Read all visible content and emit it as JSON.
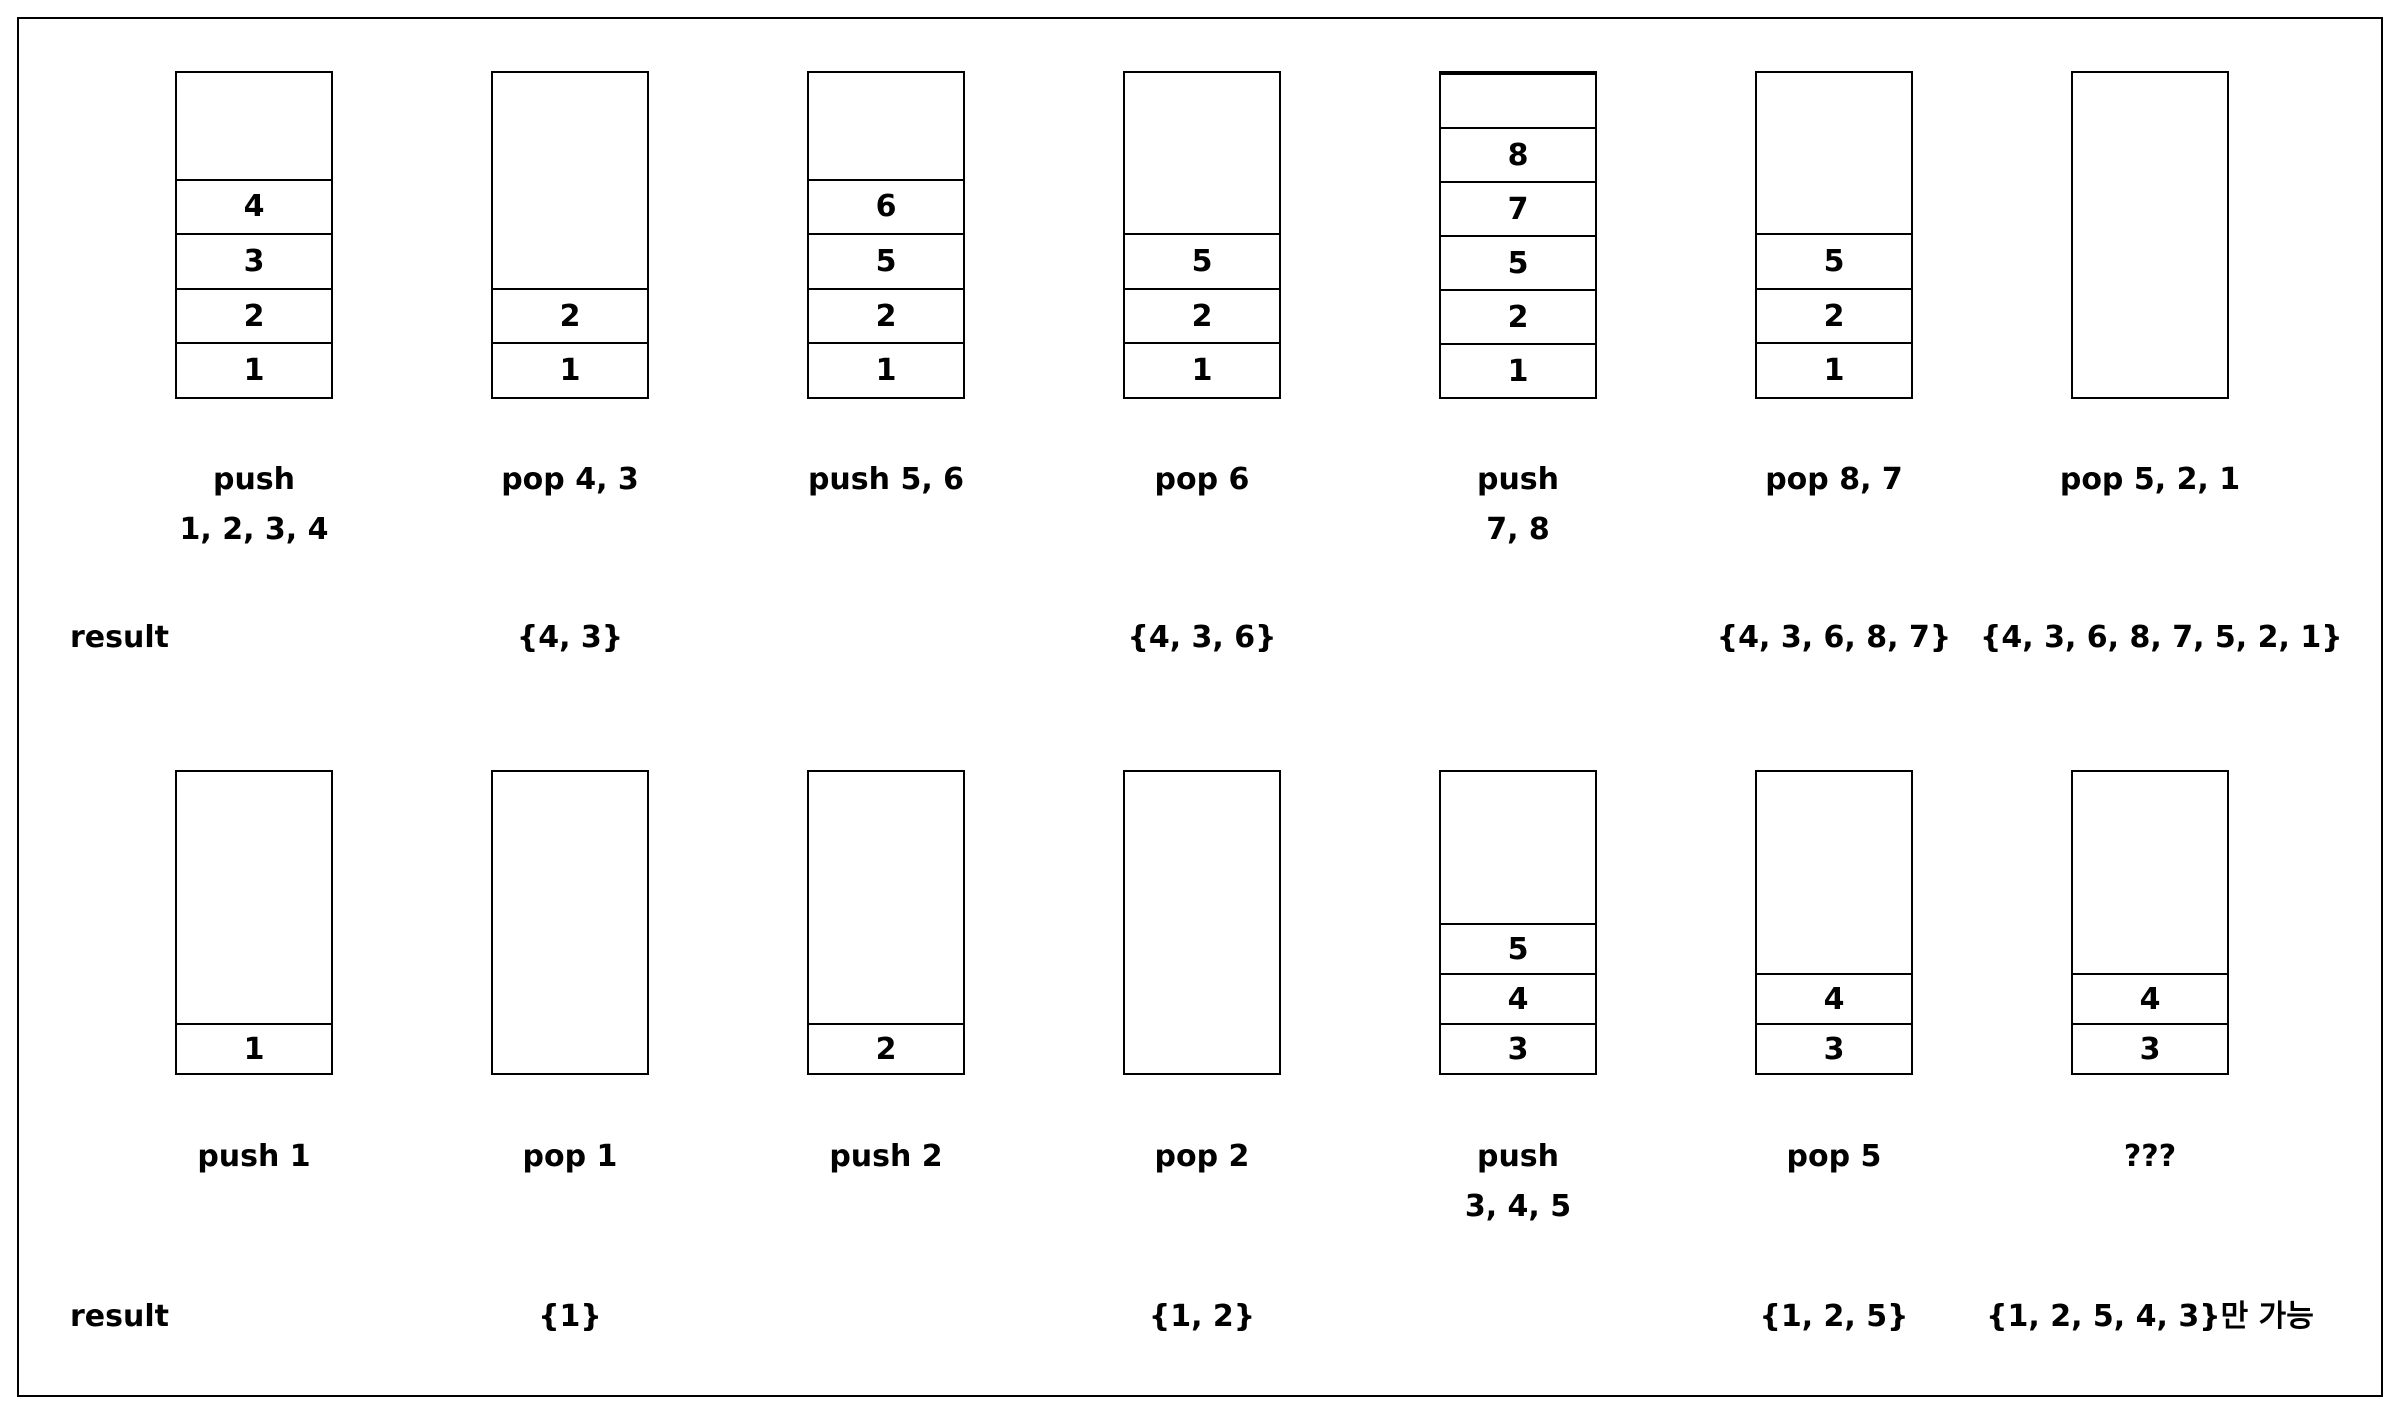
{
  "rows": [
    {
      "result_label": "result",
      "steps": [
        {
          "items": [
            "1",
            "2",
            "3",
            "4"
          ],
          "label": "push\n1, 2, 3, 4",
          "result": ""
        },
        {
          "items": [
            "1",
            "2"
          ],
          "label": "pop 4, 3",
          "result": "{4, 3}"
        },
        {
          "items": [
            "1",
            "2",
            "5",
            "6"
          ],
          "label": "push 5, 6",
          "result": ""
        },
        {
          "items": [
            "1",
            "2",
            "5"
          ],
          "label": "pop 6",
          "result": "{4, 3, 6}"
        },
        {
          "items": [
            "1",
            "2",
            "5",
            "7",
            "8",
            ""
          ],
          "label": "push\n7, 8",
          "result": ""
        },
        {
          "items": [
            "1",
            "2",
            "5"
          ],
          "label": "pop 8, 7",
          "result": "{4, 3, 6, 8, 7}"
        },
        {
          "items": [],
          "label": "pop 5, 2, 1",
          "result": "{4, 3, 6, 8, 7, 5, 2, 1}"
        }
      ]
    },
    {
      "result_label": "result",
      "steps": [
        {
          "items": [
            "1"
          ],
          "label": "push 1",
          "result": ""
        },
        {
          "items": [],
          "label": "pop 1",
          "result": "{1}"
        },
        {
          "items": [
            "2"
          ],
          "label": "push 2",
          "result": ""
        },
        {
          "items": [],
          "label": "pop 2",
          "result": "{1, 2}"
        },
        {
          "items": [
            "3",
            "4",
            "5"
          ],
          "label": "push\n3, 4, 5",
          "result": ""
        },
        {
          "items": [
            "3",
            "4"
          ],
          "label": "pop 5",
          "result": "{1, 2, 5}"
        },
        {
          "items": [
            "3",
            "4"
          ],
          "label": "???",
          "result": "{1, 2, 5, 4, 3}만 가능"
        }
      ]
    }
  ]
}
